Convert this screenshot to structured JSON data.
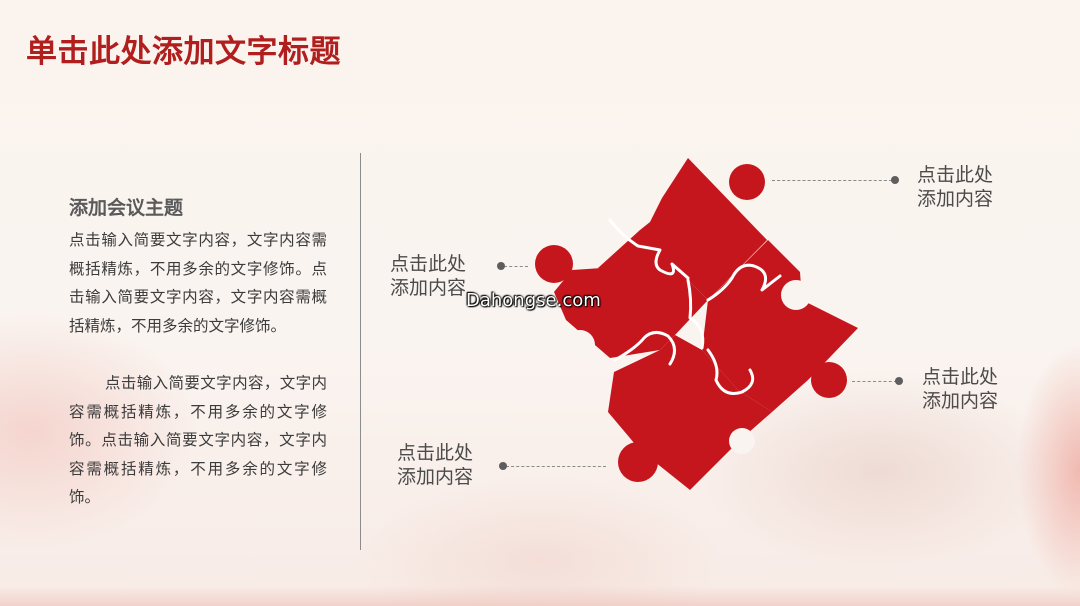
{
  "slide": {
    "title": "单击此处添加文字标题"
  },
  "left_panel": {
    "heading": "添加会议主题",
    "paragraph_1": "点击输入简要文字内容，文字内容需概括精炼，不用多余的文字修饰。点击输入简要文字内容，文字内容需概括精炼，不用多余的文字修饰。",
    "paragraph_2": "点击输入简要文字内容，文字内容需概括精炼，不用多余的文字修饰。点击输入简要文字内容，文字内容需概括精炼，不用多余的文字修饰。"
  },
  "callouts": [
    {
      "line1": "点击此处",
      "line2": "添加内容"
    },
    {
      "line1": "点击此处",
      "line2": "添加内容"
    },
    {
      "line1": "点击此处",
      "line2": "添加内容"
    },
    {
      "line1": "点击此处",
      "line2": "添加内容"
    }
  ],
  "colors": {
    "title_red": "#b01e1e",
    "puzzle_red": "#c5161d",
    "leader_gray": "#8a8a8a"
  },
  "watermark": "Dahongse.com"
}
